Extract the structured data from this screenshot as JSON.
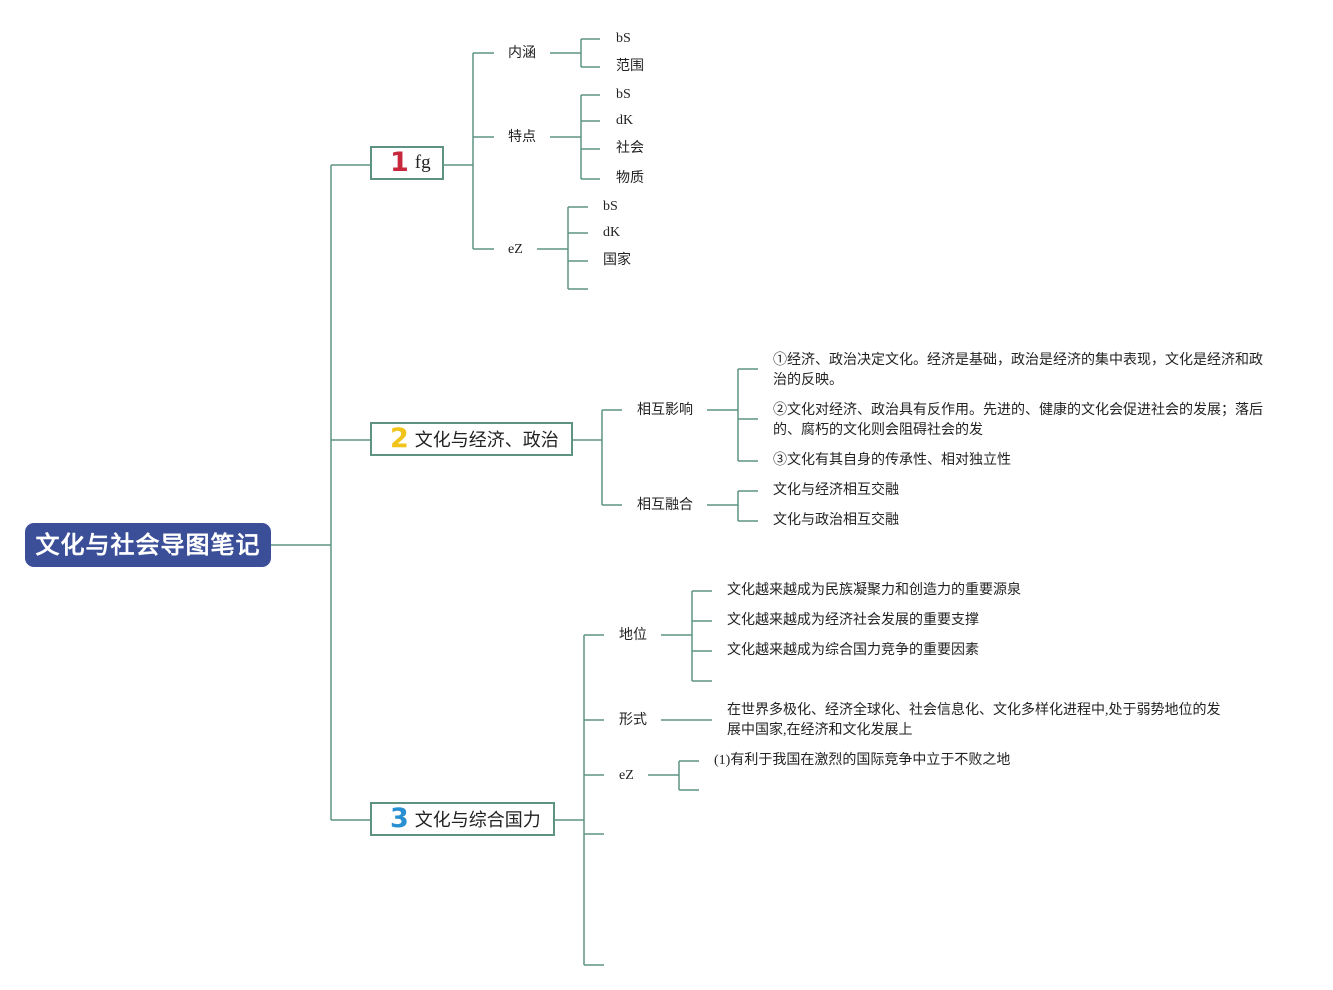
{
  "root": {
    "label": "文化与社会导图笔记",
    "color": "#3b4f99"
  },
  "edge_color": "#5e9384",
  "branches": [
    {
      "number": "1",
      "number_color": "#c8283c",
      "label": "fg",
      "children": [
        {
          "label": "内涵",
          "leaves": [
            "bS",
            "范围"
          ]
        },
        {
          "label": "特点",
          "leaves": [
            "bS",
            "dK",
            "社会",
            "物质"
          ]
        },
        {
          "label": "eZ",
          "leaves": [
            "bS",
            "dK",
            "国家",
            ""
          ]
        }
      ]
    },
    {
      "number": "2",
      "number_color": "#f0c419",
      "label": "文化与经济、政治",
      "children": [
        {
          "label": "相互影响",
          "leaves": [
            "①经济、政治决定文化。经济是基础，政治是经济的集中表现，文化是经济和政治的反映。",
            "②文化对经济、政治具有反作用。先进的、健康的文化会促进社会的发展；落后的、腐朽的文化则会阻碍社会的发",
            "③文化有其自身的传承性、相对独立性"
          ]
        },
        {
          "label": "相互融合",
          "leaves": [
            "文化与经济相互交融",
            "文化与政治相互交融"
          ]
        }
      ]
    },
    {
      "number": "3",
      "number_color": "#2a8fd0",
      "label": "文化与综合国力",
      "children": [
        {
          "label": "地位",
          "leaves": [
            "文化越来越成为民族凝聚力和创造力的重要源泉",
            "文化越来越成为经济社会发展的重要支撑",
            "文化越来越成为综合国力竞争的重要因素",
            ""
          ]
        },
        {
          "label": "形式",
          "leaves": [
            "在世界多极化、经济全球化、社会信息化、文化多样化进程中,处于弱势地位的发展中国家,在经济和文化发展上"
          ]
        },
        {
          "label": "eZ",
          "leaves": [
            "(1)有利于我国在激烈的国际竞争中立于不败之地",
            ""
          ]
        },
        {
          "label": "",
          "leaves": []
        },
        {
          "label": "",
          "leaves": []
        }
      ]
    }
  ]
}
